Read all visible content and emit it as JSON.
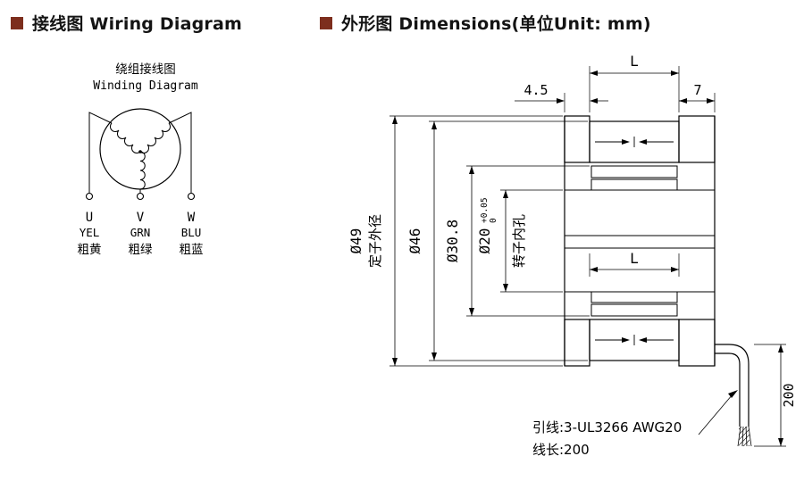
{
  "header": {
    "left": "接线图 Wiring Diagram",
    "right": "外形图 Dimensions(单位Unit: mm)",
    "bullet_color": "#7d2e1d"
  },
  "winding": {
    "title_zh": "绕组接线图",
    "title_en": "Winding Diagram",
    "terminals": [
      {
        "id": "U",
        "color": "YEL",
        "color_zh": "粗黄"
      },
      {
        "id": "V",
        "color": "GRN",
        "color_zh": "粗绿"
      },
      {
        "id": "W",
        "color": "BLU",
        "color_zh": "粗蓝"
      }
    ]
  },
  "dimensions": {
    "unit": "mm",
    "stack_length_top": "L",
    "left_end": "4.5",
    "right_end": "7",
    "stator_od": "Ø49",
    "stator_od_label": "定子外径",
    "od2": "Ø46",
    "bore_outer": "Ø30.8",
    "rotor_bore": "Ø20",
    "rotor_bore_tol_upper": "+0.05",
    "rotor_bore_tol_lower": "0",
    "rotor_bore_label": "转子内孔",
    "stack_length_mid": "L",
    "lead_length": "200",
    "note_line1": "引线:3-UL3266 AWG20",
    "note_line2": "线长:200"
  }
}
